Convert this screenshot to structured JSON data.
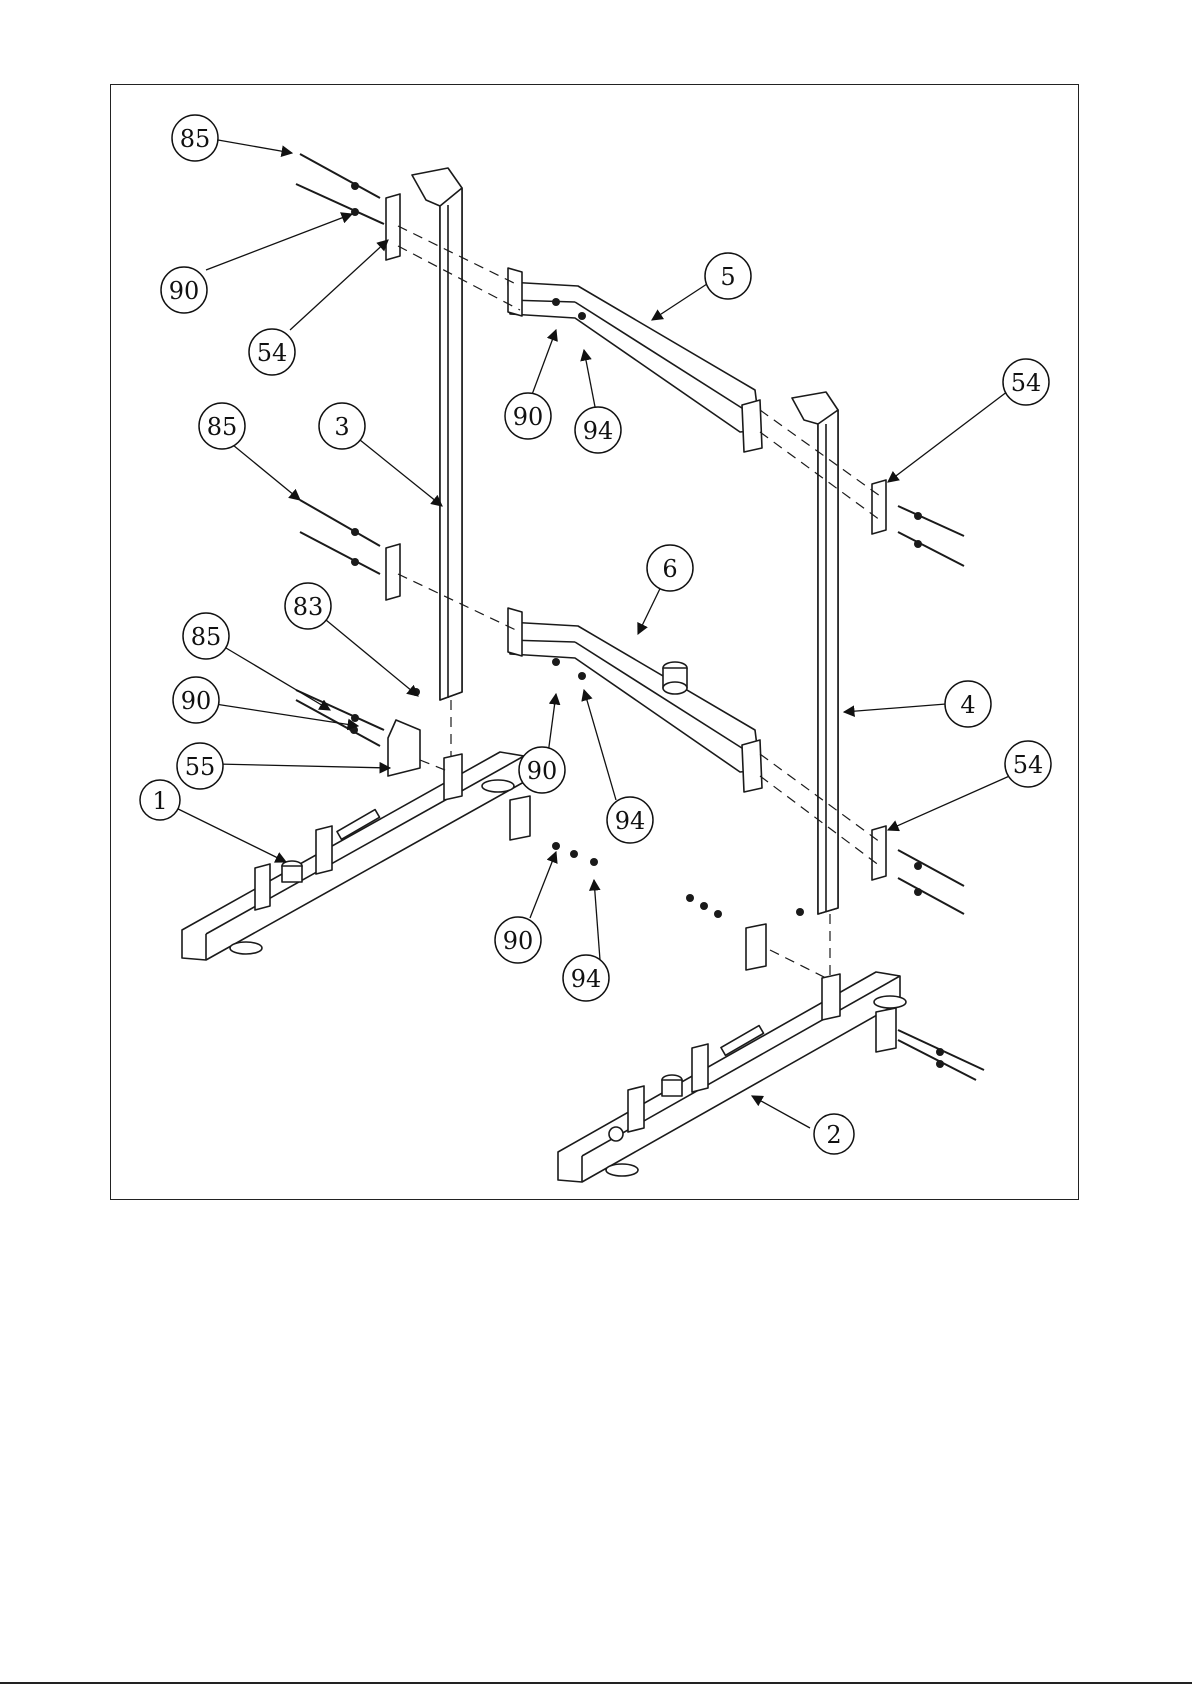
{
  "diagram": {
    "type": "exploded-assembly-drawing",
    "callouts": [
      {
        "id": "c1",
        "label": "85"
      },
      {
        "id": "c2",
        "label": "90"
      },
      {
        "id": "c3",
        "label": "54"
      },
      {
        "id": "c4",
        "label": "5"
      },
      {
        "id": "c5",
        "label": "90"
      },
      {
        "id": "c6",
        "label": "94"
      },
      {
        "id": "c7",
        "label": "54"
      },
      {
        "id": "c8",
        "label": "85"
      },
      {
        "id": "c9",
        "label": "3"
      },
      {
        "id": "c10",
        "label": "6"
      },
      {
        "id": "c11",
        "label": "83"
      },
      {
        "id": "c12",
        "label": "85"
      },
      {
        "id": "c13",
        "label": "90"
      },
      {
        "id": "c14",
        "label": "55"
      },
      {
        "id": "c15",
        "label": "4"
      },
      {
        "id": "c16",
        "label": "90"
      },
      {
        "id": "c17",
        "label": "94"
      },
      {
        "id": "c18",
        "label": "54"
      },
      {
        "id": "c19",
        "label": "1"
      },
      {
        "id": "c20",
        "label": "90"
      },
      {
        "id": "c21",
        "label": "94"
      },
      {
        "id": "c22",
        "label": "2"
      }
    ],
    "line_color": "#1a1a1a"
  }
}
